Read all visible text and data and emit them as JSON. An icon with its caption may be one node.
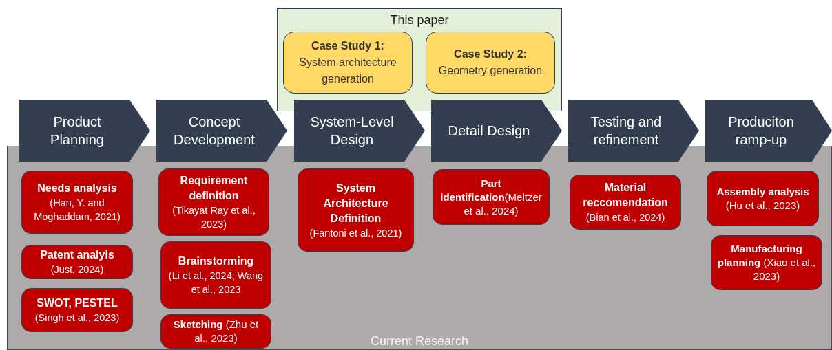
{
  "diagram": {
    "nodes": [
      {
        "text": [
          "This paper"
        ]
      },
      {
        "text": [
          "Case Study 1:",
          "System architecture generation"
        ],
        "in": 0
      },
      {
        "text": [
          "Case Study 2:",
          "Geometry generation"
        ],
        "in": 0
      },
      {
        "text": [
          "Product Planning"
        ]
      },
      {
        "text": [
          "Concept Development"
        ]
      },
      {
        "text": [
          "System-Level Design"
        ]
      },
      {
        "text": [
          "Detail Design"
        ]
      },
      {
        "text": [
          "Testing and refinement"
        ]
      },
      {
        "text": [
          "Produciton ramp-up"
        ]
      },
      {
        "text": [
          "Current Research"
        ]
      },
      {
        "text": [
          "Needs analysis",
          "(Han, Y. and Moghaddam, 2021)"
        ],
        "in": 9
      },
      {
        "text": [
          "Patent analyis",
          "(Just, 2024)"
        ],
        "in": 9
      },
      {
        "text": [
          "SWOT, PESTEL",
          "(Singh et al., 2023)"
        ],
        "in": 9
      },
      {
        "text": [
          "Requirement definition",
          "(Tikayat Ray et al., 2023)"
        ],
        "in": 9
      },
      {
        "text": [
          "Brainstorming",
          "(Li et al., 2024; Wang et al., 2023"
        ],
        "in": 9
      },
      {
        "text": [
          "**Sketching** (Zhu et al., 2023)"
        ],
        "in": 9
      },
      {
        "text": [
          "System Architecture Definition",
          "(Fantoni et al., 2021)"
        ],
        "in": 9
      },
      {
        "text": [
          "**Part identification**(Meltzer et al., 2024)"
        ],
        "in": 9
      },
      {
        "text": [
          "Material reccomendation",
          "(Bian et al., 2024)"
        ],
        "in": 9
      },
      {
        "text": [
          "**Assembly analysis** (Hu et al., 2023)"
        ],
        "in": 9
      },
      {
        "text": [
          "**Manufacturing planning** (Xiao et al., 2023)"
        ],
        "in": 9
      }
    ]
  }
}
